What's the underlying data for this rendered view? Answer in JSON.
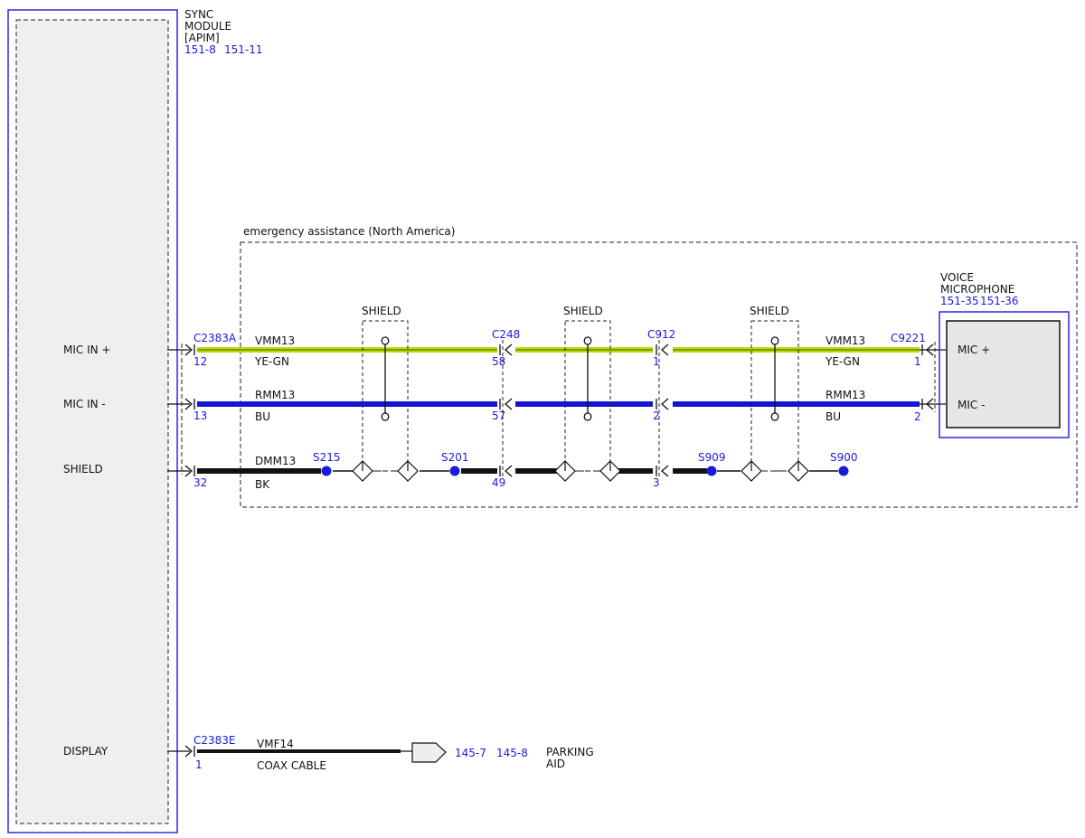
{
  "colors": {
    "ink": "#111111",
    "ref": "#1a1adc",
    "wire_yellow": "#c8d400",
    "wire_green": "#4f9a00",
    "wire_blue": "#1414d2",
    "module_fill": "#efefef",
    "mic_inner_fill": "#e6e6e6"
  },
  "sync_module": {
    "title_lines": [
      "SYNC",
      "MODULE",
      "[APIM]"
    ],
    "refs": [
      "151-8",
      "151-11"
    ],
    "pins": {
      "mic_in_pos": "MIC IN +",
      "mic_in_neg": "MIC IN -",
      "shield": "SHIELD",
      "display": "DISPLAY"
    }
  },
  "option_box": {
    "label": "emergency assistance (North America)"
  },
  "shield_label": "SHIELD",
  "connectors": {
    "c2383a": {
      "name": "C2383A",
      "pins": [
        "12",
        "13",
        "32"
      ]
    },
    "c248": {
      "name": "C248",
      "pins": [
        "58",
        "57",
        "49"
      ]
    },
    "c912": {
      "name": "C912",
      "pins": [
        "1",
        "2",
        "3"
      ]
    },
    "c9221": {
      "name": "C9221",
      "pins": [
        "1",
        "2"
      ]
    },
    "c2383e": {
      "name": "C2383E",
      "pin": "1"
    }
  },
  "wires": {
    "vmm13": {
      "circuit": "VMM13",
      "color": "YE-GN"
    },
    "rmm13": {
      "circuit": "RMM13",
      "color": "BU"
    },
    "dmm13": {
      "circuit": "DMM13",
      "color": "BK"
    },
    "vmf14": {
      "circuit": "VMF14",
      "color": "COAX CABLE"
    }
  },
  "splices": [
    "S215",
    "S201",
    "S909",
    "S900"
  ],
  "voice_microphone": {
    "title_lines": [
      "VOICE",
      "MICROPHONE"
    ],
    "refs": [
      "151-35",
      "151-36"
    ],
    "pins": {
      "mic_pos": "MIC +",
      "mic_neg": "MIC -"
    }
  },
  "parking_aid": {
    "refs": [
      "145-7",
      "145-8"
    ],
    "label_lines": [
      "PARKING",
      "AID"
    ]
  }
}
